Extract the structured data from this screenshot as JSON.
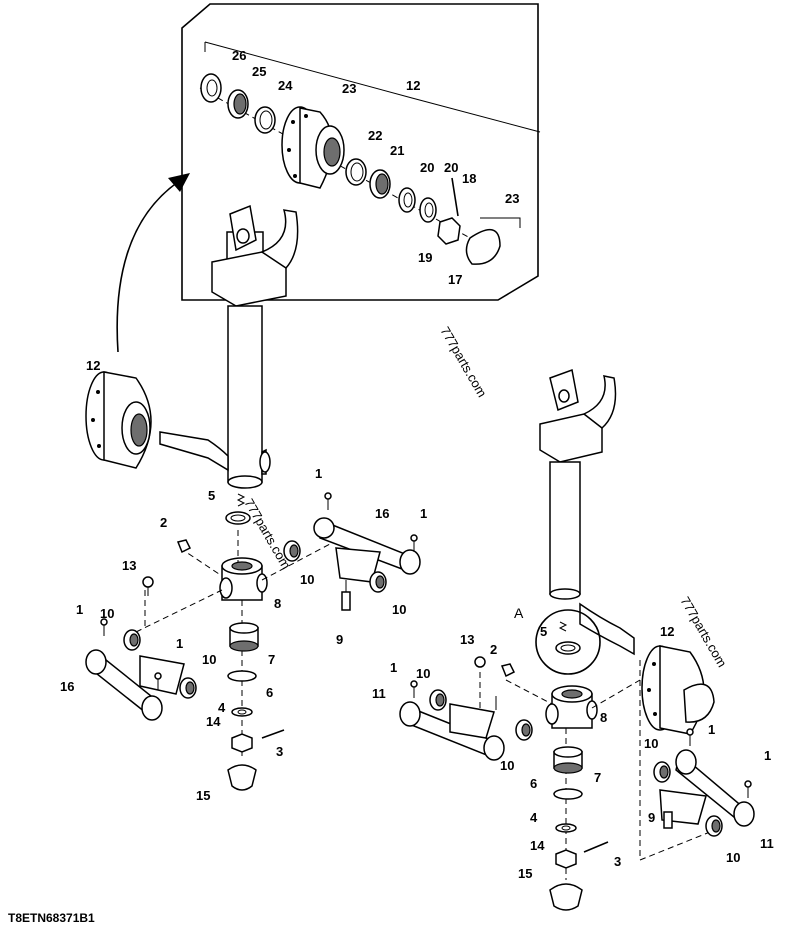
{
  "figure_id": "T8ETN68371B1",
  "watermark": "777parts.com",
  "detail_letter": "A",
  "inset_labels": [
    "26",
    "25",
    "24",
    "23",
    "12",
    "22",
    "21",
    "20",
    "20",
    "18",
    "23",
    "19",
    "17"
  ],
  "left_assembly_labels": [
    "12",
    "5",
    "1",
    "16",
    "1",
    "2",
    "13",
    "10",
    "8",
    "10",
    "1",
    "10",
    "9",
    "1",
    "7",
    "16",
    "10",
    "6",
    "4",
    "14",
    "3",
    "15"
  ],
  "right_assembly_labels": [
    "5",
    "12",
    "13",
    "2",
    "1",
    "10",
    "11",
    "8",
    "10",
    "7",
    "6",
    "4",
    "14",
    "3",
    "15",
    "10",
    "1",
    "1",
    "9",
    "10",
    "11"
  ]
}
